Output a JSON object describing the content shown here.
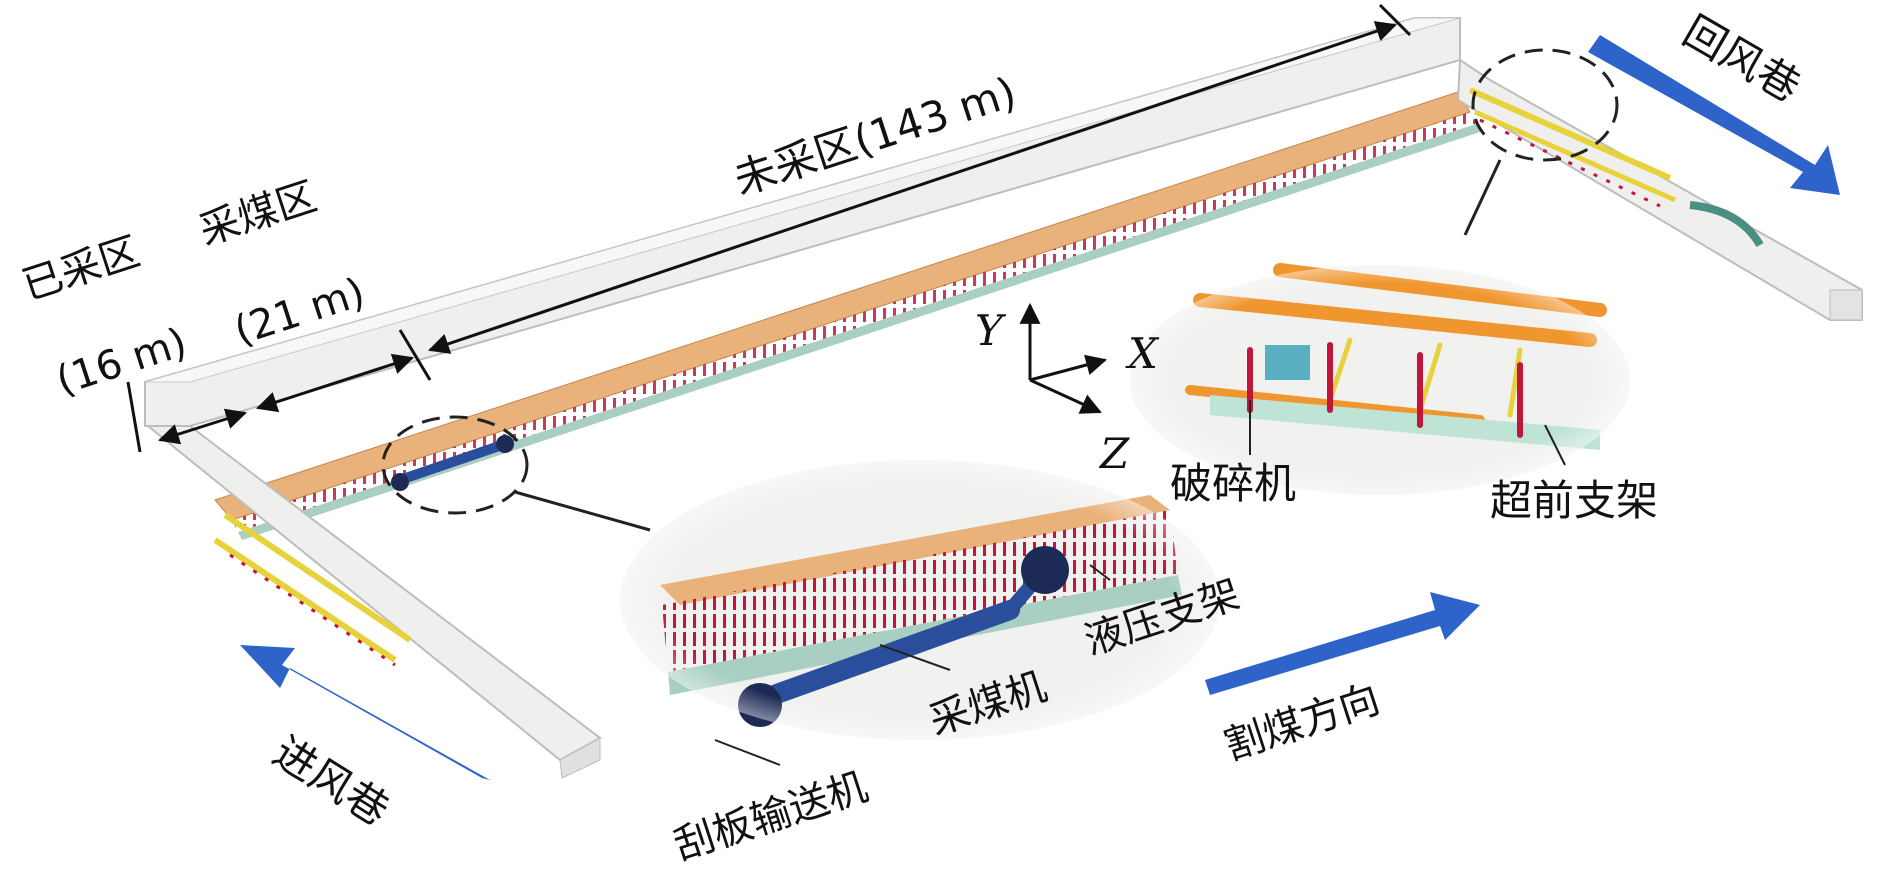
{
  "labels": {
    "mined_area": "已采区",
    "mining_area": "采煤区",
    "mined_length": "(16 m)",
    "mining_length": "(21 m)",
    "unmined_area": "未采区(143 m)",
    "return_airway": "回风巷",
    "intake_airway": "进风巷",
    "cutting_direction": "割煤方向",
    "crusher": "破碎机",
    "advance_support": "超前支架",
    "shearer": "采煤机",
    "hydraulic_support": "液压支架",
    "scraper_conveyor": "刮板输送机"
  },
  "axes": {
    "x": "X",
    "y": "Y",
    "z": "Z"
  },
  "colors": {
    "coal_face": "#E9B27A",
    "support_red": "#C0163A",
    "support_yellow": "#E8D23C",
    "shearer_blue": "#2B4E9C",
    "arrow_blue": "#2E63C9",
    "roadway": "#EEEEEC",
    "beam_orange": "#F0962E"
  }
}
